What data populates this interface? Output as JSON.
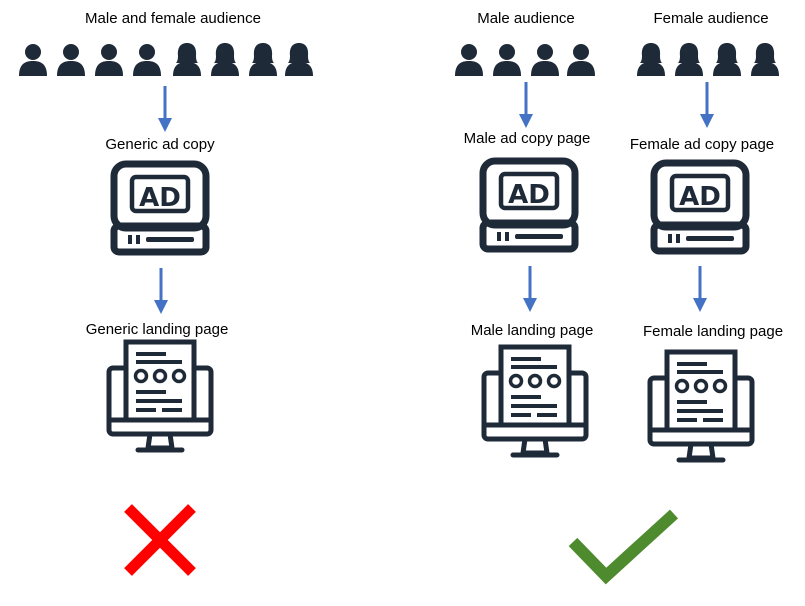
{
  "left": {
    "audience_label": "Male and female audience",
    "ad_label": "Generic ad copy",
    "ad_icon_text": "AD",
    "landing_label": "Generic landing page",
    "verdict_icon": "red-x-icon"
  },
  "right": {
    "male": {
      "audience_label": "Male audience",
      "ad_label": "Male ad copy page",
      "ad_icon_text": "AD",
      "landing_label": "Male landing page"
    },
    "female": {
      "audience_label": "Female audience",
      "ad_label": "Female ad copy page",
      "ad_icon_text": "AD",
      "landing_label": "Female landing page"
    },
    "verdict_icon": "green-check-icon"
  },
  "colors": {
    "icon": "#1f2a38",
    "arrow": "#4472c4",
    "cross": "#ff0000",
    "check": "#4e8a2e"
  }
}
